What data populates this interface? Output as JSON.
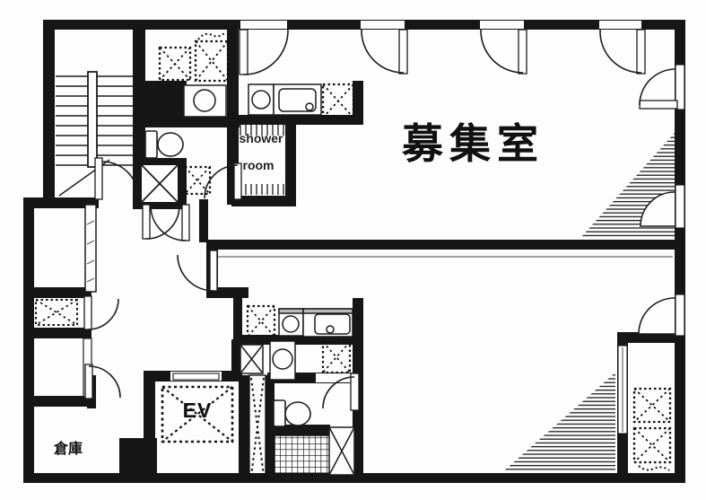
{
  "labels": {
    "main_room": "募集室",
    "shower_line1": "shower",
    "shower_line2": "room",
    "storage": "倉庫",
    "elevator": "EV"
  },
  "colors": {
    "wall": "#161616",
    "paper": "#ffffff",
    "line": "#1c1c1c"
  }
}
